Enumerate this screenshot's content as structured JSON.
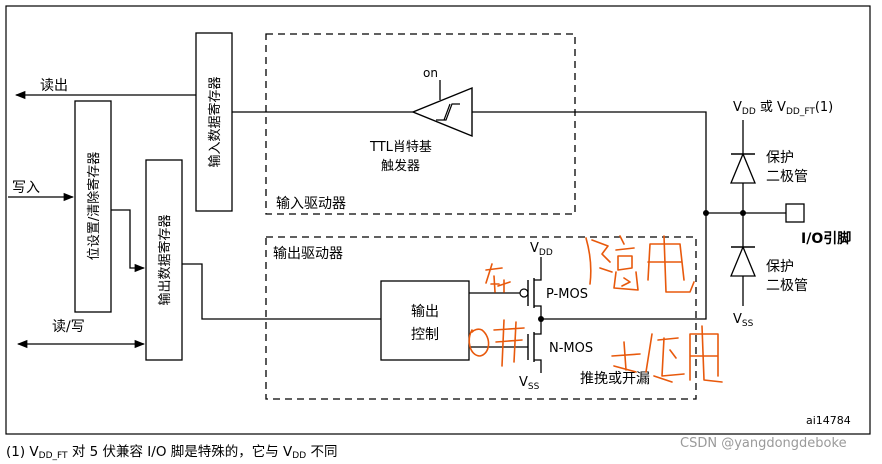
{
  "labels": {
    "read_out": "读出",
    "write_in": "写入",
    "read_write": "读/写",
    "on": "on",
    "ttl_line1": "TTL肖特基",
    "ttl_line2": "触发器",
    "input_driver": "输入驱动器",
    "output_driver": "输出驱动器",
    "output_control_line1": "输出",
    "output_control_line2": "控制",
    "pmos": "P-MOS",
    "nmos": "N-MOS",
    "push_pull": "推挽或开漏",
    "protect_top_1": "保护",
    "protect_top_2": "二极管",
    "protect_bot_1": "保护",
    "protect_bot_2": "二极管",
    "io_pin": "I/O引脚",
    "figure_id": "ai14784"
  },
  "registers": {
    "input_data": "输入数据寄存器",
    "bit_set_reset": "位设置/清除寄存器",
    "output_data": "输出数据寄存器"
  },
  "supply": {
    "vdd_top": {
      "main": "V",
      "sub": "DD",
      "mid": " 或 V",
      "sub2": "DD_FT",
      "tail": "(1)"
    },
    "vdd_pmos": {
      "main": "V",
      "sub": "DD"
    },
    "vss_bottom": {
      "main": "V",
      "sub": "SS"
    },
    "vss_nmos": {
      "main": "V",
      "sub": "SS"
    }
  },
  "footnote": {
    "p1": "(1) V",
    "s1": "DD_FT",
    "p2": " 对 5 伏兼容 I/O 脚是特殊的，它与 V",
    "s2": "DD",
    "p3": " 不同"
  },
  "watermark": "CSDN @yangdongdeboke",
  "annotation_color": "#e8590c"
}
